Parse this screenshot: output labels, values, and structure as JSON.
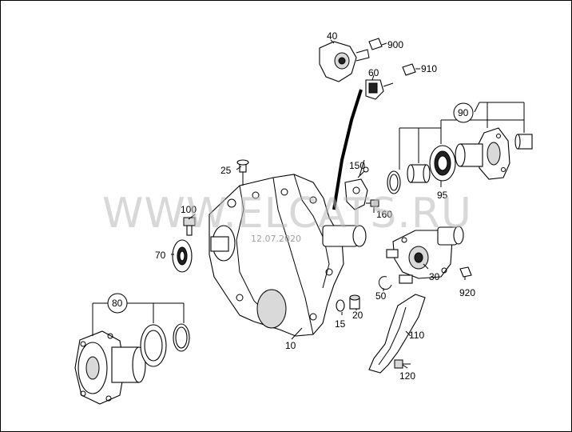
{
  "watermark": {
    "text": "WWW.ELCATS.RU",
    "date": "12.07.2020"
  },
  "labels": {
    "p10": "10",
    "p15": "15",
    "p20": "20",
    "p25": "25",
    "p30": "30",
    "p40": "40",
    "p50": "50",
    "p60": "60",
    "p70": "70",
    "p80": "80",
    "p90": "90",
    "p95": "95",
    "p100": "100",
    "p110": "110",
    "p120": "120",
    "p150": "150",
    "p160": "160",
    "p900": "900",
    "p910": "910",
    "p920": "920"
  }
}
